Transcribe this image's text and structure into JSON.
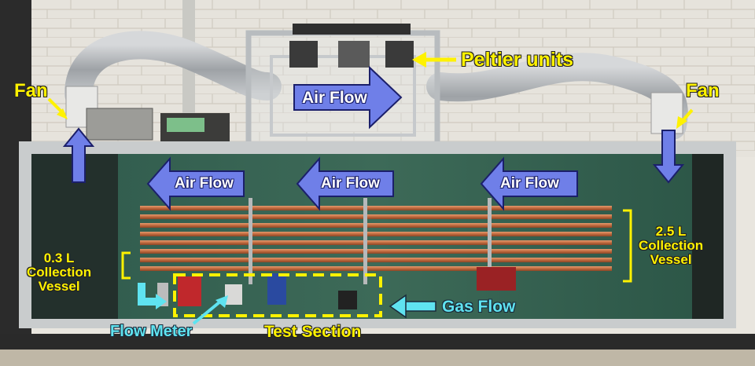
{
  "labels": {
    "fan_left": "Fan",
    "fan_right": "Fan",
    "peltier": "Peltier units",
    "air_flow_top": "Air Flow",
    "air_flow_1": "Air Flow",
    "air_flow_2": "Air Flow",
    "air_flow_3": "Air Flow",
    "vessel_small_volume": "0.3 L",
    "vessel_small_line2": "Collection",
    "vessel_small_line3": "Vessel",
    "vessel_large_volume": "2.5 L",
    "vessel_large_line2": "Collection",
    "vessel_large_line3": "Vessel",
    "gas_flow": "Gas Flow",
    "flow_meter": "Flow Meter",
    "test_section": "Test Section"
  },
  "colors": {
    "annotation_yellow": "#fff200",
    "annotation_cyan": "#5fe3f0",
    "flow_arrow_fill": "#6f7fe8",
    "flow_arrow_stroke": "#1b1f6a",
    "copper_tube": "#c8744a",
    "panel_green": "#2f5a4c"
  }
}
